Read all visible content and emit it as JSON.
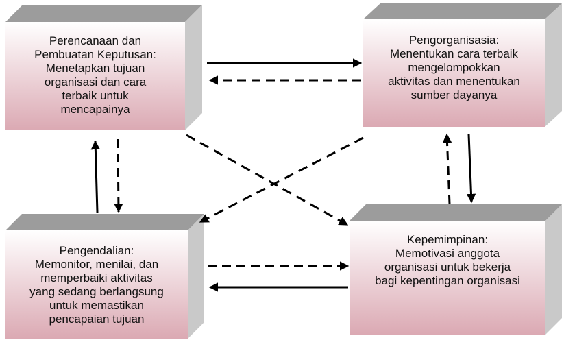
{
  "boxes": {
    "planning": {
      "lines": [
        "Perencanaan dan",
        "Pembuatan Keputusan:",
        "Menetapkan tujuan",
        "organisasi dan cara",
        "terbaik untuk",
        "mencapainya"
      ]
    },
    "organizing": {
      "lines": [
        "Pengorganisasia:",
        "Menentukan cara terbaik",
        "mengelompokkan",
        "aktivitas dan menentukan",
        "sumber dayanya"
      ]
    },
    "controlling": {
      "lines": [
        "Pengendalian:",
        "Memonitor, menilai, dan",
        "memperbaiki aktivitas",
        "yang sedang berlangsung",
        "untuk memastikan",
        "pencapaian tujuan"
      ]
    },
    "leading": {
      "lines": [
        "Kepemimpinan:",
        "Memotivasi anggota",
        "organisasi untuk bekerja",
        "bagi kepentingan organisasi"
      ]
    }
  },
  "colors": {
    "box_top": "#ffffff",
    "box_bottom": "#dba9b3",
    "box_side": "#c9c9c9",
    "box_cap": "#9c9c9c",
    "arrow": "#000000"
  }
}
